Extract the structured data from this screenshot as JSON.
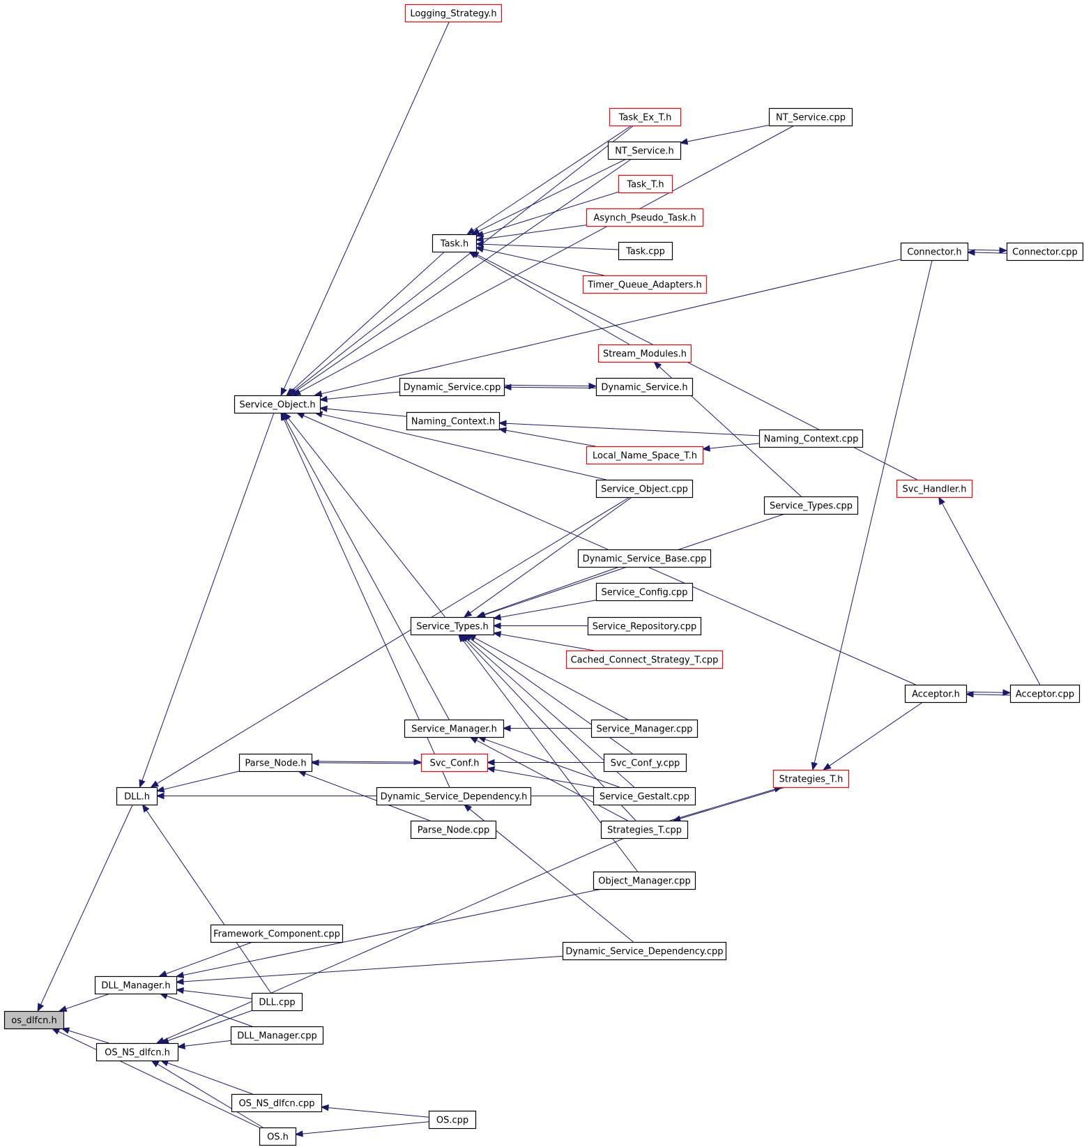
{
  "graph": {
    "edge_color": "#191970",
    "truncated_node_border_color": "#ff0000",
    "root_fill_color": "#bfbfbf",
    "nodes": [
      {
        "id": "os_dlfcn_h",
        "label": "os_dlfcn.h",
        "root": true
      },
      {
        "id": "dll_manager_h",
        "label": "DLL_Manager.h"
      },
      {
        "id": "os_ns_dlfcn_h",
        "label": "OS_NS_dlfcn.h"
      },
      {
        "id": "dll_h",
        "label": "DLL.h"
      },
      {
        "id": "os_h",
        "label": "OS.h"
      },
      {
        "id": "service_object_h",
        "label": "Service_Object.h"
      },
      {
        "id": "parse_node_h",
        "label": "Parse_Node.h"
      },
      {
        "id": "dynamic_service_dependency_h",
        "label": "Dynamic_Service_Dependency.h"
      },
      {
        "id": "svc_conf_h",
        "label": "Svc_Conf.h",
        "truncated": true
      },
      {
        "id": "parse_node_cpp",
        "label": "Parse_Node.cpp"
      },
      {
        "id": "logging_strategy_h",
        "label": "Logging_Strategy.h",
        "truncated": true
      },
      {
        "id": "task_h",
        "label": "Task.h"
      },
      {
        "id": "task_ex_t_h",
        "label": "Task_Ex_T.h",
        "truncated": true
      },
      {
        "id": "nt_service_h",
        "label": "NT_Service.h"
      },
      {
        "id": "nt_service_cpp",
        "label": "NT_Service.cpp"
      },
      {
        "id": "task_t_h",
        "label": "Task_T.h",
        "truncated": true
      },
      {
        "id": "asynch_pseudo_task_h",
        "label": "Asynch_Pseudo_Task.h",
        "truncated": true
      },
      {
        "id": "task_cpp",
        "label": "Task.cpp"
      },
      {
        "id": "timer_queue_adapters_h",
        "label": "Timer_Queue_Adapters.h",
        "truncated": true
      },
      {
        "id": "stream_modules_h",
        "label": "Stream_Modules.h",
        "truncated": true
      },
      {
        "id": "dynamic_service_cpp",
        "label": "Dynamic_Service.cpp"
      },
      {
        "id": "dynamic_service_h",
        "label": "Dynamic_Service.h"
      },
      {
        "id": "naming_context_h",
        "label": "Naming_Context.h"
      },
      {
        "id": "local_name_space_t_h",
        "label": "Local_Name_Space_T.h",
        "truncated": true
      },
      {
        "id": "naming_context_cpp",
        "label": "Naming_Context.cpp"
      },
      {
        "id": "service_object_cpp",
        "label": "Service_Object.cpp"
      },
      {
        "id": "service_types_cpp",
        "label": "Service_Types.cpp"
      },
      {
        "id": "service_types_h",
        "label": "Service_Types.h"
      },
      {
        "id": "dynamic_service_base_cpp",
        "label": "Dynamic_Service_Base.cpp"
      },
      {
        "id": "service_config_cpp",
        "label": "Service_Config.cpp"
      },
      {
        "id": "service_repository_cpp",
        "label": "Service_Repository.cpp"
      },
      {
        "id": "cached_connect_strategy_t_cpp",
        "label": "Cached_Connect_Strategy_T.cpp",
        "truncated": true
      },
      {
        "id": "service_manager_h",
        "label": "Service_Manager.h"
      },
      {
        "id": "service_manager_cpp",
        "label": "Service_Manager.cpp"
      },
      {
        "id": "svc_conf_y_cpp",
        "label": "Svc_Conf_y.cpp"
      },
      {
        "id": "service_gestalt_cpp",
        "label": "Service_Gestalt.cpp"
      },
      {
        "id": "strategies_t_cpp",
        "label": "Strategies_T.cpp"
      },
      {
        "id": "object_manager_cpp",
        "label": "Object_Manager.cpp"
      },
      {
        "id": "framework_component_cpp",
        "label": "Framework_Component.cpp"
      },
      {
        "id": "dynamic_service_dependency_cpp",
        "label": "Dynamic_Service_Dependency.cpp"
      },
      {
        "id": "dll_cpp",
        "label": "DLL.cpp"
      },
      {
        "id": "dll_manager_cpp",
        "label": "DLL_Manager.cpp"
      },
      {
        "id": "os_ns_dlfcn_cpp",
        "label": "OS_NS_dlfcn.cpp"
      },
      {
        "id": "os_cpp",
        "label": "OS.cpp"
      },
      {
        "id": "connector_h",
        "label": "Connector.h"
      },
      {
        "id": "connector_cpp",
        "label": "Connector.cpp"
      },
      {
        "id": "svc_handler_h",
        "label": "Svc_Handler.h",
        "truncated": true
      },
      {
        "id": "acceptor_h",
        "label": "Acceptor.h"
      },
      {
        "id": "acceptor_cpp",
        "label": "Acceptor.cpp"
      },
      {
        "id": "strategies_t_h",
        "label": "Strategies_T.h",
        "truncated": true
      }
    ],
    "edges": [
      {
        "from": "dll_manager_h",
        "to": "os_dlfcn_h"
      },
      {
        "from": "os_ns_dlfcn_h",
        "to": "os_dlfcn_h"
      },
      {
        "from": "dll_h",
        "to": "os_dlfcn_h"
      },
      {
        "from": "os_h",
        "to": "os_dlfcn_h"
      },
      {
        "from": "service_object_h",
        "to": "dll_h"
      },
      {
        "from": "parse_node_h",
        "to": "dll_h"
      },
      {
        "from": "dynamic_service_dependency_h",
        "to": "dll_h"
      },
      {
        "from": "service_object_cpp",
        "to": "dll_h"
      },
      {
        "from": "service_gestalt_cpp",
        "to": "dll_h"
      },
      {
        "from": "dll_cpp",
        "to": "dll_h"
      },
      {
        "from": "object_manager_cpp",
        "to": "dll_manager_h"
      },
      {
        "from": "framework_component_cpp",
        "to": "dll_manager_h"
      },
      {
        "from": "dynamic_service_dependency_cpp",
        "to": "dll_manager_h"
      },
      {
        "from": "dll_cpp",
        "to": "dll_manager_h"
      },
      {
        "from": "dll_manager_cpp",
        "to": "dll_manager_h"
      },
      {
        "from": "dll_cpp",
        "to": "os_ns_dlfcn_h"
      },
      {
        "from": "dll_manager_cpp",
        "to": "os_ns_dlfcn_h"
      },
      {
        "from": "strategies_t_cpp",
        "to": "os_ns_dlfcn_h"
      },
      {
        "from": "os_ns_dlfcn_cpp",
        "to": "os_ns_dlfcn_h"
      },
      {
        "from": "os_h",
        "to": "os_ns_dlfcn_h"
      },
      {
        "from": "os_cpp",
        "to": "os_ns_dlfcn_cpp"
      },
      {
        "from": "os_cpp",
        "to": "os_h"
      },
      {
        "from": "logging_strategy_h",
        "to": "service_object_h"
      },
      {
        "from": "connector_h",
        "to": "service_object_h"
      },
      {
        "from": "nt_service_cpp",
        "to": "service_object_h"
      },
      {
        "from": "task_ex_t_h",
        "to": "service_object_h"
      },
      {
        "from": "nt_service_h",
        "to": "service_object_h"
      },
      {
        "from": "task_h",
        "to": "service_object_h"
      },
      {
        "from": "dynamic_service_cpp",
        "to": "service_object_h"
      },
      {
        "from": "naming_context_h",
        "to": "service_object_h"
      },
      {
        "from": "service_object_cpp",
        "to": "service_object_h"
      },
      {
        "from": "service_types_h",
        "to": "service_object_h"
      },
      {
        "from": "acceptor_h",
        "to": "service_object_h"
      },
      {
        "from": "service_manager_h",
        "to": "service_object_h"
      },
      {
        "from": "dynamic_service_dependency_h",
        "to": "service_object_h"
      },
      {
        "from": "task_ex_t_h",
        "to": "task_h"
      },
      {
        "from": "nt_service_h",
        "to": "task_h"
      },
      {
        "from": "task_t_h",
        "to": "task_h"
      },
      {
        "from": "asynch_pseudo_task_h",
        "to": "task_h"
      },
      {
        "from": "task_cpp",
        "to": "task_h"
      },
      {
        "from": "timer_queue_adapters_h",
        "to": "task_h"
      },
      {
        "from": "stream_modules_h",
        "to": "task_h"
      },
      {
        "from": "svc_handler_h",
        "to": "task_h"
      },
      {
        "from": "nt_service_cpp",
        "to": "nt_service_h"
      },
      {
        "from": "dynamic_service_cpp",
        "to": "dynamic_service_h"
      },
      {
        "from": "dynamic_service_h",
        "to": "dynamic_service_cpp"
      },
      {
        "from": "naming_context_cpp",
        "to": "naming_context_h"
      },
      {
        "from": "local_name_space_t_h",
        "to": "naming_context_h"
      },
      {
        "from": "naming_context_cpp",
        "to": "local_name_space_t_h"
      },
      {
        "from": "service_types_cpp",
        "to": "stream_modules_h"
      },
      {
        "from": "service_object_cpp",
        "to": "service_types_h"
      },
      {
        "from": "service_types_cpp",
        "to": "service_types_h"
      },
      {
        "from": "dynamic_service_base_cpp",
        "to": "service_types_h"
      },
      {
        "from": "service_config_cpp",
        "to": "service_types_h"
      },
      {
        "from": "service_repository_cpp",
        "to": "service_types_h"
      },
      {
        "from": "cached_connect_strategy_t_cpp",
        "to": "service_types_h"
      },
      {
        "from": "service_manager_cpp",
        "to": "service_types_h"
      },
      {
        "from": "svc_conf_y_cpp",
        "to": "service_types_h"
      },
      {
        "from": "service_gestalt_cpp",
        "to": "service_types_h"
      },
      {
        "from": "strategies_t_cpp",
        "to": "service_types_h"
      },
      {
        "from": "object_manager_cpp",
        "to": "service_types_h"
      },
      {
        "from": "service_manager_cpp",
        "to": "service_manager_h"
      },
      {
        "from": "service_gestalt_cpp",
        "to": "service_manager_h"
      },
      {
        "from": "strategies_t_cpp",
        "to": "service_manager_h"
      },
      {
        "from": "parse_node_h",
        "to": "svc_conf_h"
      },
      {
        "from": "svc_conf_h",
        "to": "parse_node_h"
      },
      {
        "from": "parse_node_cpp",
        "to": "parse_node_h"
      },
      {
        "from": "svc_conf_y_cpp",
        "to": "svc_conf_h"
      },
      {
        "from": "service_gestalt_cpp",
        "to": "svc_conf_h"
      },
      {
        "from": "dynamic_service_dependency_cpp",
        "to": "dynamic_service_dependency_h"
      },
      {
        "from": "connector_cpp",
        "to": "connector_h"
      },
      {
        "from": "connector_h",
        "to": "connector_cpp"
      },
      {
        "from": "acceptor_cpp",
        "to": "acceptor_h"
      },
      {
        "from": "acceptor_h",
        "to": "acceptor_cpp"
      },
      {
        "from": "acceptor_cpp",
        "to": "svc_handler_h"
      },
      {
        "from": "connector_h",
        "to": "strategies_t_h"
      },
      {
        "from": "acceptor_h",
        "to": "strategies_t_h"
      },
      {
        "from": "strategies_t_cpp",
        "to": "strategies_t_h"
      },
      {
        "from": "strategies_t_h",
        "to": "strategies_t_cpp"
      }
    ]
  }
}
